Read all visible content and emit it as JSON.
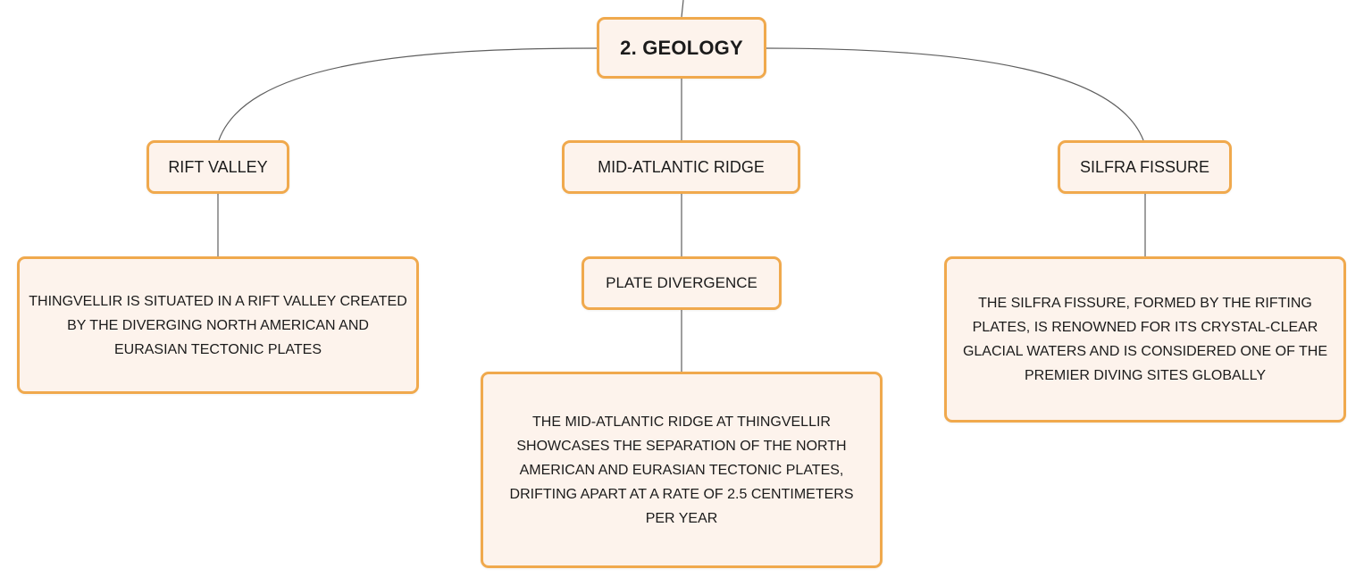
{
  "mindmap": {
    "root": {
      "label": "2. GEOLOGY"
    },
    "rift_valley": {
      "label": "RIFT VALLEY",
      "description": "THINGVELLIR IS SITUATED IN A RIFT VALLEY CREATED BY THE DIVERGING NORTH AMERICAN AND EURASIAN TECTONIC PLATES"
    },
    "mid_atlantic_ridge": {
      "label": "MID-ATLANTIC RIDGE",
      "child": {
        "label": "PLATE DIVERGENCE",
        "description": "THE MID-ATLANTIC RIDGE AT THINGVELLIR SHOWCASES THE SEPARATION OF THE NORTH AMERICAN AND EURASIAN TECTONIC PLATES, DRIFTING APART AT A RATE OF 2.5 CENTIMETERS PER YEAR"
      }
    },
    "silfra_fissure": {
      "label": "SILFRA FISSURE",
      "description": "THE SILFRA FISSURE, FORMED BY THE RIFTING PLATES, IS RENOWNED FOR ITS CRYSTAL-CLEAR GLACIAL WATERS AND IS CONSIDERED ONE OF THE PREMIER DIVING SITES GLOBALLY"
    }
  },
  "colors": {
    "node_fill": "#fdf3ec",
    "node_border": "#f0a94d",
    "connector": "#5f5f5f",
    "text": "#1b1b1b"
  }
}
